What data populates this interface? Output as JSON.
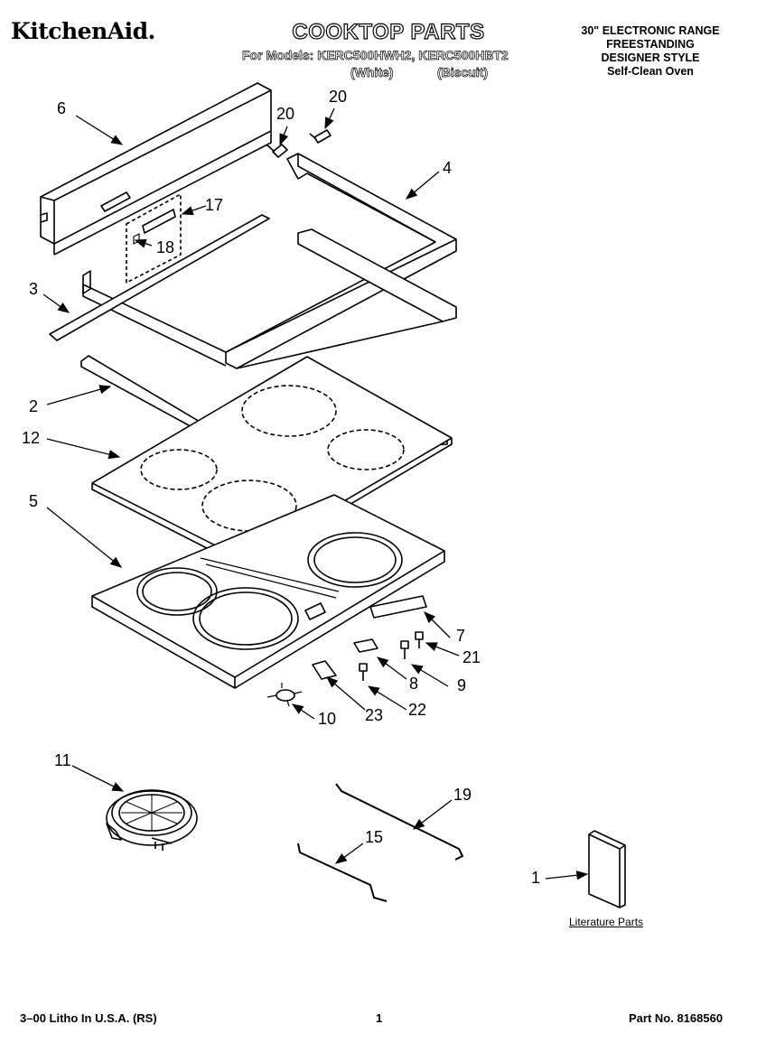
{
  "header": {
    "brand": "KitchenAid.",
    "title": "COOKTOP PARTS",
    "models_line": "For Models: KERC500HWH2, KERC500HBT2",
    "variant_white": "(White)",
    "variant_biscuit": "(Biscuit)",
    "range_line1": "30\" ELECTRONIC RANGE",
    "range_line2": "FREESTANDING",
    "range_line3": "DESIGNER STYLE",
    "range_line4": "Self-Clean Oven"
  },
  "callouts": {
    "c1": "1",
    "c2": "2",
    "c3": "3",
    "c4": "4",
    "c5": "5",
    "c6": "6",
    "c7": "7",
    "c8": "8",
    "c9": "9",
    "c10": "10",
    "c11": "11",
    "c12": "12",
    "c15": "15",
    "c17": "17",
    "c18": "18",
    "c19": "19",
    "c20a": "20",
    "c20b": "20",
    "c21": "21",
    "c22": "22",
    "c23": "23"
  },
  "literature_label": "Literature Parts",
  "footer": {
    "litho": "3–00 Litho In U.S.A. (RS)",
    "page": "1",
    "part_no": "Part No. 8168560"
  }
}
